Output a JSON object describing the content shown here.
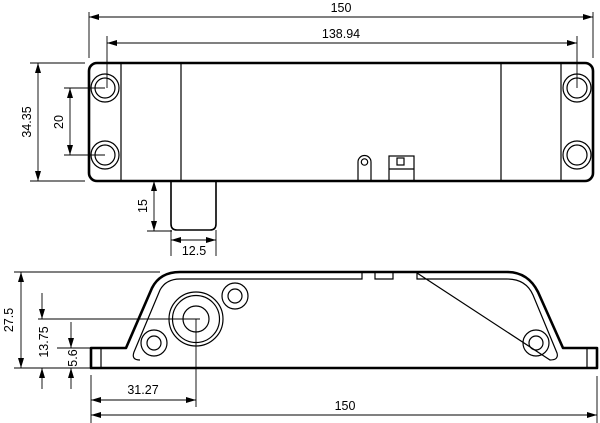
{
  "top_view": {
    "dims": {
      "overall_length": "150",
      "hole_spacing_length": "138.94",
      "width": "34.35",
      "hole_spacing_width": "20",
      "bolt_projection": "15",
      "bolt_width": "12.5"
    }
  },
  "side_view": {
    "dims": {
      "height": "27.5",
      "bolt_center_height": "13.75",
      "base_thickness": "5.6",
      "bolt_center_offset": "31.27",
      "overall_length": "150"
    }
  }
}
